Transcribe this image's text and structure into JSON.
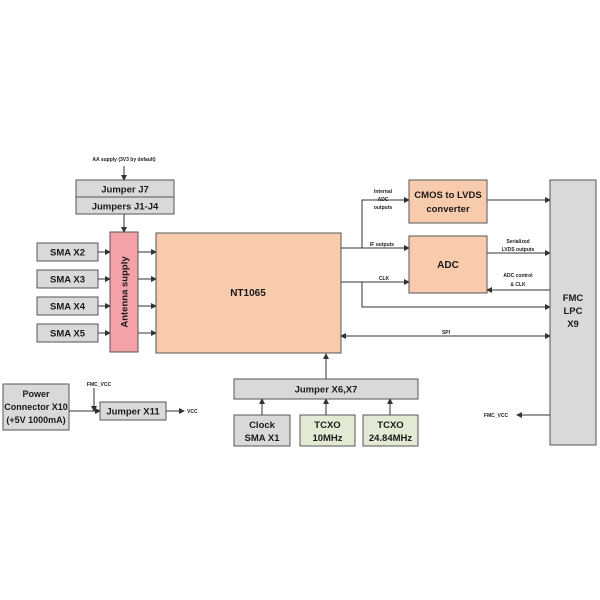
{
  "blocks": {
    "jumper_j7": "Jumper J7",
    "jumpers_j1_j4": "Jumpers J1-J4",
    "sma_x2": "SMA X2",
    "sma_x3": "SMA X3",
    "sma_x4": "SMA X4",
    "sma_x5": "SMA X5",
    "antenna_supply": "Antenna supply",
    "nt1065": "NT1065",
    "cmos_lvds_1": "CMOS to LVDS",
    "cmos_lvds_2": "converter",
    "adc": "ADC",
    "fmc_1": "FMC",
    "fmc_2": "LPC",
    "fmc_3": "X9",
    "power_1": "Power",
    "power_2": "Connector X10",
    "power_3": "(+5V 1000mA)",
    "jumper_x11": "Jumper X11",
    "jumper_x6x7": "Jumper X6,X7",
    "clock_1": "Clock",
    "clock_2": "SMA X1",
    "tcxo1_1": "TCXO",
    "tcxo1_2": "10MHz",
    "tcxo2_1": "TCXO",
    "tcxo2_2": "24.84MHz"
  },
  "labels": {
    "aa_supply": "AA supply (3V3 by default)",
    "internal_adc_1": "Internal",
    "internal_adc_2": "ADC",
    "internal_adc_3": "outputs",
    "if_outputs": "IF outputs",
    "clk": "CLK",
    "serialized_1": "Serialized",
    "serialized_2": "LVDS outputs",
    "adc_control_1": "ADC control",
    "adc_control_2": "& CLK",
    "spi": "SPI",
    "fmc_vcc_top": "FMC_VCC",
    "vcc": "VCC",
    "fmc_vcc_right": "FMC_VCC"
  },
  "colors": {
    "gray_block": "#d9d9d9",
    "peach_block": "#f8cbad",
    "pink_block": "#f4a1a8",
    "green_block": "#e2ead3"
  }
}
